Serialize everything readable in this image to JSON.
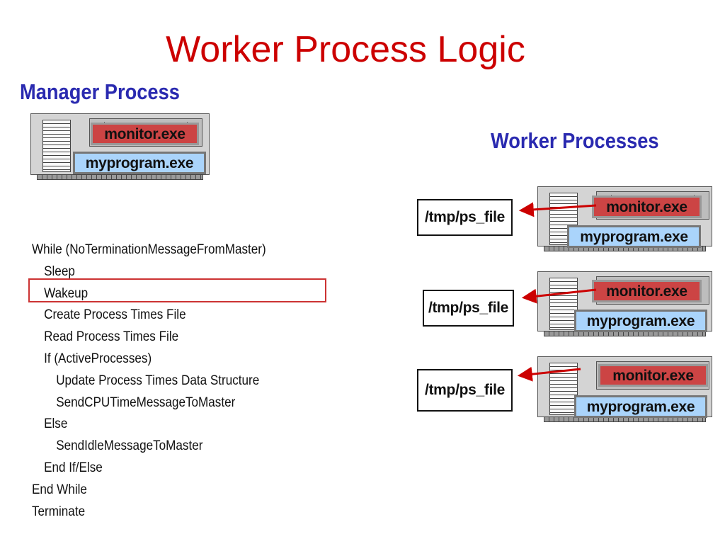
{
  "title": "Worker Process Logic",
  "manager": {
    "heading": "Manager Process",
    "monitor_label": "monitor.exe",
    "program_label": "myprogram.exe"
  },
  "workers": {
    "heading": "Worker Processes",
    "nodes": [
      {
        "file_label": "/tmp/ps_file",
        "monitor_label": "monitor.exe",
        "program_label": "myprogram.exe"
      },
      {
        "file_label": "/tmp/ps_file",
        "monitor_label": "monitor.exe",
        "program_label": "myprogram.exe"
      },
      {
        "file_label": "/tmp/ps_file",
        "monitor_label": "monitor.exe",
        "program_label": "myprogram.exe"
      }
    ]
  },
  "pseudocode": [
    "While (NoTerminationMessageFromMaster)",
    "Sleep",
    "Wakeup",
    "Create Process Times File",
    "Read Process Times File",
    "If (ActiveProcesses)",
    "Update Process Times Data Structure",
    "SendCPUTimeMessageToMaster",
    "Else",
    "SendIdleMessageToMaster",
    "End If/Else",
    "End While",
    "Terminate"
  ],
  "highlighted_line": "Wakeup",
  "colors": {
    "title": "#cc0000",
    "heading": "#2a2ab0",
    "monitor_fill": "#cc4444",
    "program_fill": "#aad4fb",
    "arrow": "#cc0000"
  }
}
